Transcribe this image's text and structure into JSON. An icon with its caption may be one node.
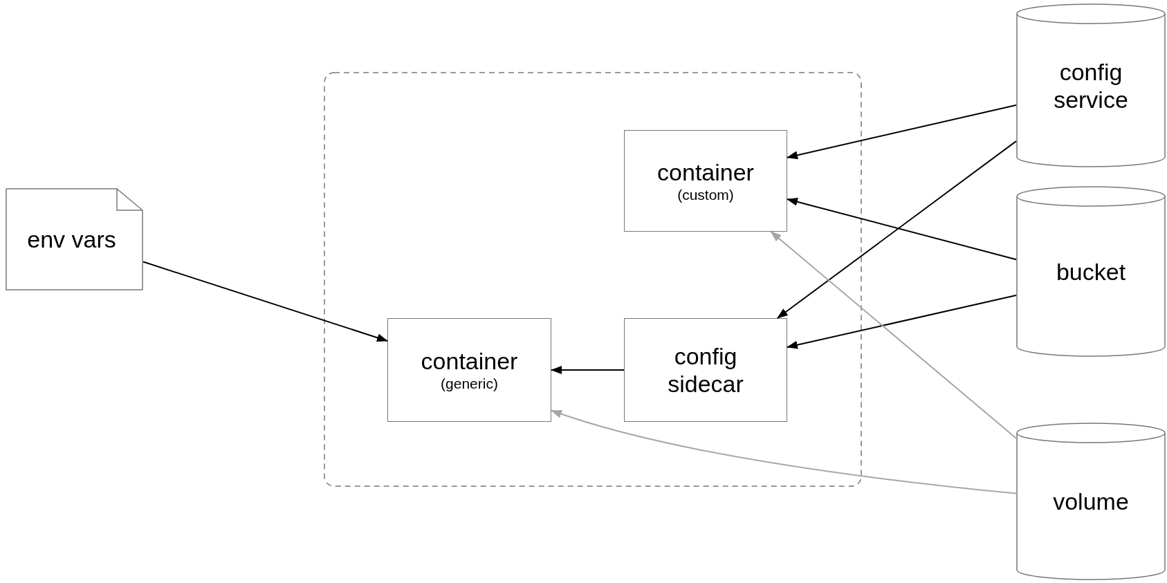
{
  "diagram": {
    "nodes": [
      {
        "text": [
          "env vars"
        ]
      },
      {
        "text": [],
        "shape": "box"
      },
      {
        "text": [
          "container",
          "(custom)"
        ],
        "in": 1
      },
      {
        "text": [
          "container",
          "(generic)"
        ],
        "in": 1
      },
      {
        "text": [
          "config sidecar"
        ],
        "in": 1
      },
      {
        "text": [
          "config service"
        ]
      },
      {
        "text": [
          "bucket"
        ]
      },
      {
        "text": [
          "volume"
        ]
      }
    ],
    "edges": [
      {
        "from": 0,
        "to": 3,
        "arrow": "to"
      },
      {
        "from": 4,
        "to": 3,
        "arrow": "to"
      },
      {
        "from": 5,
        "to": 2,
        "arrow": "to"
      },
      {
        "from": 5,
        "to": 4,
        "arrow": "to"
      },
      {
        "from": 6,
        "to": 2,
        "arrow": "to"
      },
      {
        "from": 6,
        "to": 4,
        "arrow": "to"
      },
      {
        "from": 7,
        "to": 2,
        "arrow": "to",
        "color": "#a6a6a6"
      },
      {
        "from": 7,
        "to": 3,
        "arrow": "to",
        "color": "#a6a6a6"
      }
    ]
  }
}
